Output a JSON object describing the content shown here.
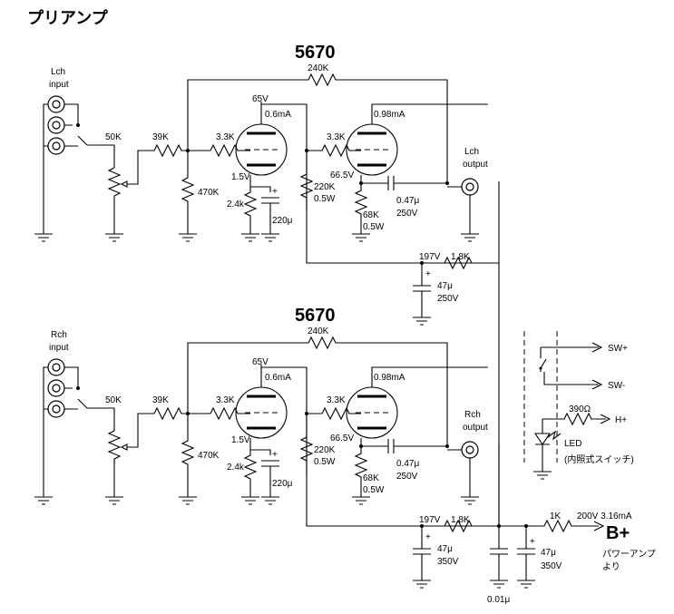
{
  "title": "プリアンプ",
  "tube_type": "5670",
  "channels": {
    "L": {
      "input_label_1": "Lch",
      "input_label_2": "input",
      "output_label_1": "Lch",
      "output_label_2": "output",
      "b_supply_voltage": "197V",
      "b_cap_value": "47μ",
      "b_cap_voltage": "250V"
    },
    "R": {
      "input_label_1": "Rch",
      "input_label_2": "input",
      "output_label_1": "Rch",
      "output_label_2": "output",
      "b_supply_voltage": "197V",
      "b_cap_value": "47μ",
      "b_cap_voltage": "350V"
    }
  },
  "components": {
    "volume_pot": "50K",
    "grid_stopper": "39K",
    "grid_resistor": "3.3K",
    "feedback_resistor": "240K",
    "grid_leak": "470K",
    "plate_voltage": "65V",
    "plate_current_1": "0.6mA",
    "cathode_voltage": "1.5V",
    "cathode_resistor": "2.4k",
    "cathode_cap": "220μ",
    "interstage_resistor": "3.3K",
    "plate_current_2": "0.98mA",
    "cathode2_voltage": "66.5V",
    "plate_load_value": "220K",
    "plate_load_watt": "0.5W",
    "cathode2_resistor_value": "68K",
    "cathode2_resistor_watt": "0.5W",
    "output_cap_value": "0.47μ",
    "output_cap_voltage": "250V",
    "decoupling_resistor": "1.8K"
  },
  "power": {
    "switch_pos": "SW+",
    "switch_neg": "SW-",
    "led_resistor": "390Ω",
    "heater_label": "H+",
    "led_label": "LED",
    "led_note": "(内照式スイッチ)",
    "series_resistor": "1K",
    "supply_spec": "200V 3.16mA",
    "b_plus": "B+",
    "b_plus_note_1": "パワーアンプ",
    "b_plus_note_2": "より",
    "bypass_cap": "0.01μ",
    "main_cap_value": "47μ",
    "main_cap_voltage": "350V"
  }
}
